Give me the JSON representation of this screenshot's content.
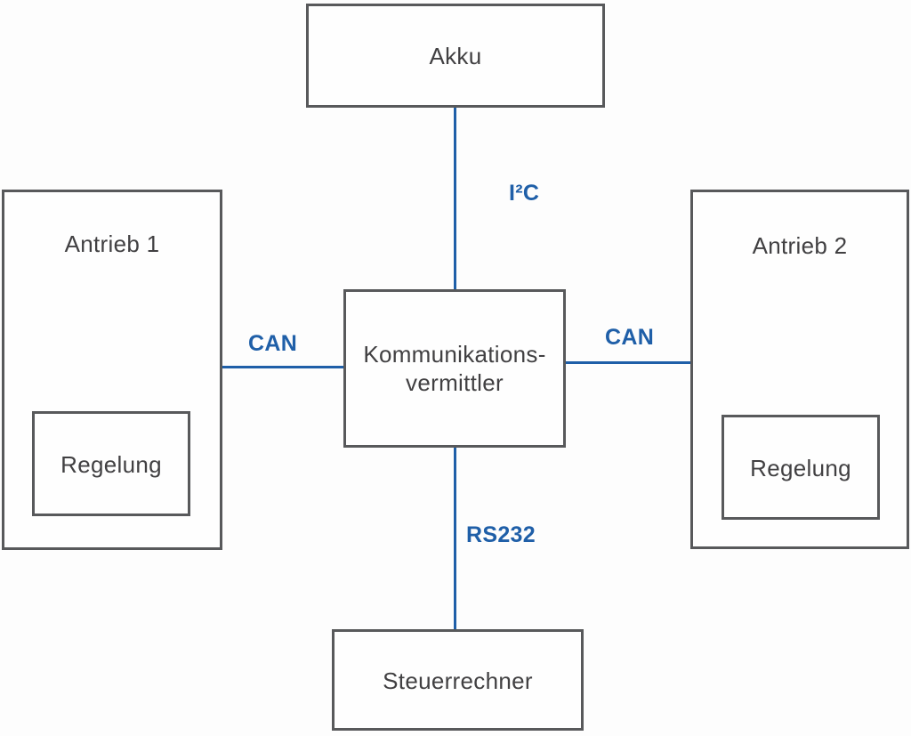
{
  "diagram": {
    "type": "block-diagram",
    "language": "de",
    "colors": {
      "box_border": "#58595b",
      "box_text": "#414042",
      "connector": "#1f5fa8",
      "background": "#fdfdfd"
    },
    "nodes": {
      "akku": {
        "label": "Akku"
      },
      "antrieb1": {
        "label": "Antrieb 1"
      },
      "regelung1": {
        "label": "Regelung",
        "parent": "antrieb1"
      },
      "antrieb2": {
        "label": "Antrieb 2"
      },
      "regelung2": {
        "label": "Regelung",
        "parent": "antrieb2"
      },
      "vermittler": {
        "label_line1": "Kommunikations-",
        "label_line2": "vermittler"
      },
      "steuerrechner": {
        "label": "Steuerrechner"
      }
    },
    "connections": {
      "i2c": {
        "label": "I²C",
        "from": "akku",
        "to": "vermittler"
      },
      "can_left": {
        "label": "CAN",
        "from": "antrieb1",
        "to": "vermittler"
      },
      "can_right": {
        "label": "CAN",
        "from": "vermittler",
        "to": "antrieb2"
      },
      "rs232": {
        "label": "RS232",
        "from": "vermittler",
        "to": "steuerrechner"
      }
    }
  }
}
